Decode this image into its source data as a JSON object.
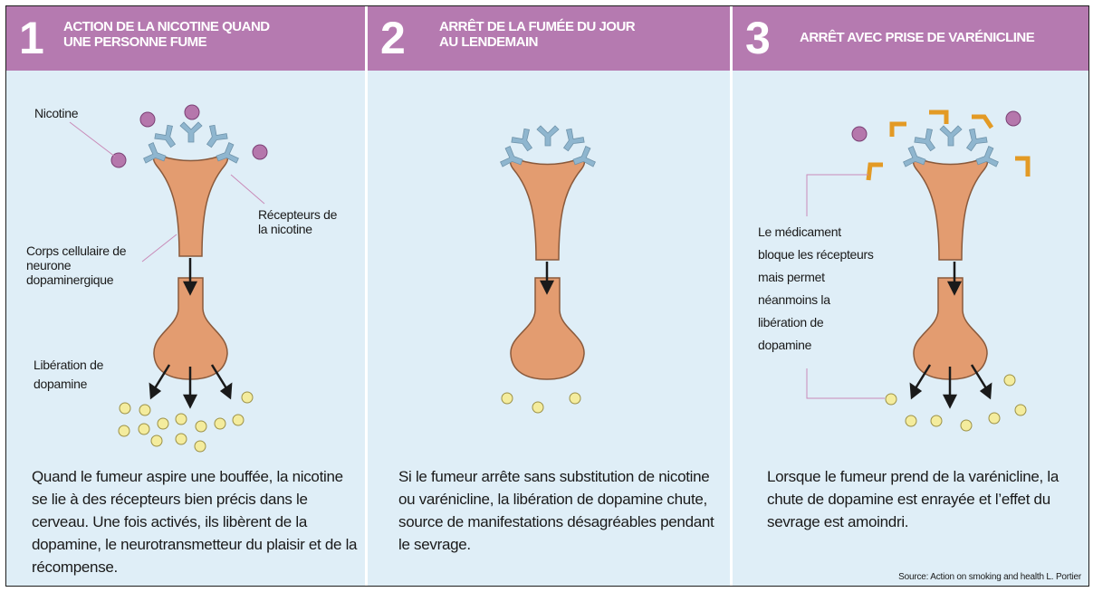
{
  "panels": [
    {
      "number": "1",
      "title": "ACTION DE LA NICOTINE QUAND\nUNE PERSONNE FUME",
      "labels": {
        "nicotine": "Nicotine",
        "receptors": "Récepteurs de la nicotine",
        "cell_body": "Corps cellulaire de neurone dopaminergique",
        "release": "Libération de dopamine"
      },
      "text": "Quand le fumeur aspire une bouffée, la nicotine se lie à des récepteurs bien précis dans le cerveau. Une fois activés, ils libèrent de la dopamine, le neurotransmetteur du plaisir et de la récompense."
    },
    {
      "number": "2",
      "title": "ARRÊT DE LA FUMÉE DU JOUR\nAU LENDEMAIN",
      "text": "Si le fumeur arrête sans substitution de nicotine ou varénicline, la libération de dopamine chute, source de manifestations désagréables pendant le sevrage."
    },
    {
      "number": "3",
      "title": "ARRÊT AVEC PRISE DE VARÉNICLINE",
      "labels": {
        "drug": "Le médicament bloque les récepteurs mais permet néanmoins la libération de dopamine"
      },
      "text": "Lorsque le fumeur prend de la varénicline, la chute de dopamine est enrayée et l’effet du sevrage est amoindri."
    }
  ],
  "source": "Source: Action on smoking and health   L. Portier",
  "colors": {
    "header": "#b57ab0",
    "background": "#dfeef7",
    "neuron": "#e39c70",
    "receptor": "#8fb6cf",
    "nicotine": "#b577ac",
    "dopamine": "#f4ec9d",
    "varenicline": "#e39a25"
  }
}
